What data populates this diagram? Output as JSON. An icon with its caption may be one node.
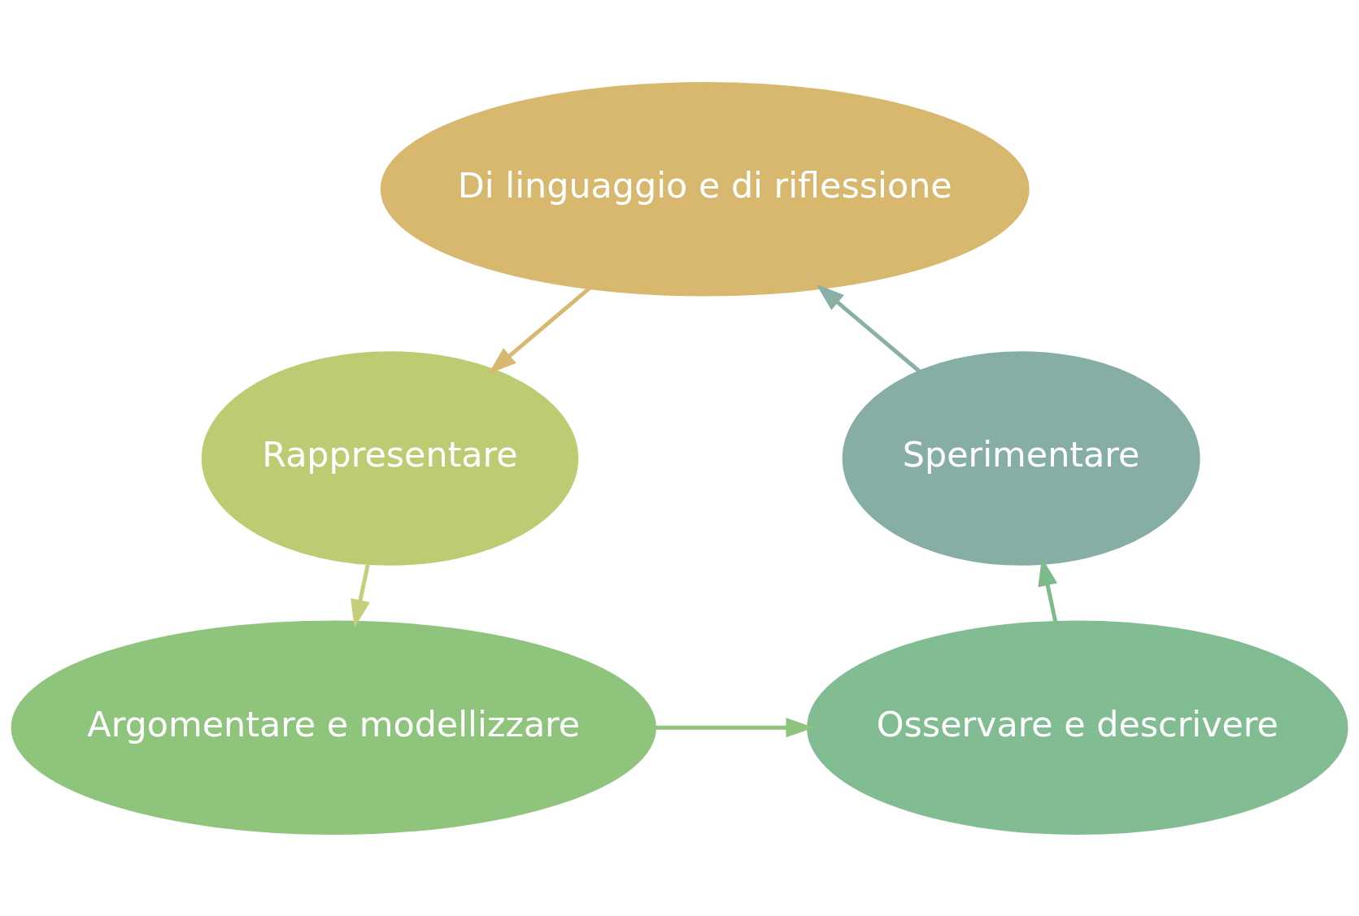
{
  "diagram": {
    "nodes": [
      {
        "text": [
          "Di linguaggio e di riflessione"
        ]
      },
      {
        "text": [
          "Rappresentare"
        ]
      },
      {
        "text": [
          "Argomentare e modellizzare"
        ]
      },
      {
        "text": [
          "Osservare e descrivere"
        ]
      },
      {
        "text": [
          "Sperimentare"
        ]
      }
    ],
    "edges": [
      {
        "from": 0,
        "to": 1,
        "arrow": "to",
        "color": "#d7b86e"
      },
      {
        "from": 1,
        "to": 2,
        "arrow": "to",
        "color": "#c5cf7a"
      },
      {
        "from": 2,
        "to": 3,
        "arrow": "to",
        "color": "#8fc47c"
      },
      {
        "from": 3,
        "to": 4,
        "arrow": "to",
        "color": "#7dbb8a"
      },
      {
        "from": 4,
        "to": 0,
        "arrow": "to",
        "color": "#89b0a6"
      }
    ]
  }
}
